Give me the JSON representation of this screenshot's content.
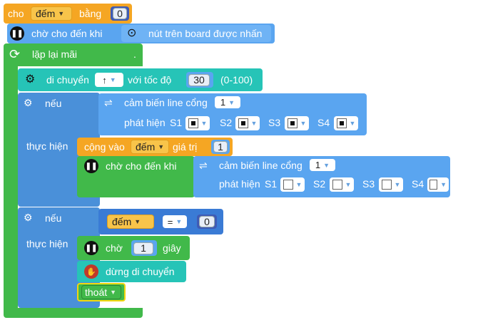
{
  "set_block": {
    "label": "cho",
    "var": "đếm",
    "middle": "bằng",
    "value": "0"
  },
  "wait_button": {
    "label": "chờ cho đến khi",
    "condition": "nút trên board được nhấn"
  },
  "forever": {
    "label": "lặp lại mãi",
    "dot": "."
  },
  "move": {
    "label": "di chuyển",
    "direction": "↑",
    "speed_label": "với tốc độ",
    "speed": "30",
    "range": "(0-100)"
  },
  "if1": {
    "if_label": "nếu",
    "do_label": "thực hiện",
    "sensor": {
      "label": "cảm biến line cổng",
      "port": "1",
      "detect": "phát hiện",
      "s1": "S1",
      "s2": "S2",
      "s3": "S3",
      "s4": "S4"
    }
  },
  "change": {
    "label": "cộng vào",
    "var": "đếm",
    "suffix": "giá trị",
    "value": "1"
  },
  "wait_line": {
    "label": "chờ cho đến khi",
    "sensor": {
      "label": "cảm biến line cổng",
      "port": "1",
      "detect": "phát hiện",
      "s1": "S1",
      "s2": "S2",
      "s3": "S3",
      "s4": "S4"
    }
  },
  "if2": {
    "if_label": "nếu",
    "do_label": "thực hiện",
    "var": "đếm",
    "op": "=",
    "value": "0"
  },
  "wait_sec": {
    "label": "chờ",
    "value": "1",
    "unit": "giây"
  },
  "stop": {
    "label": "dừng di chuyển"
  },
  "exit": {
    "label": "thoát"
  },
  "colors": {
    "orange": "#f5a623",
    "blue": "#5aa5f0",
    "green": "#41b94a",
    "teal": "#26c4b7",
    "steel": "#4a90d9"
  }
}
